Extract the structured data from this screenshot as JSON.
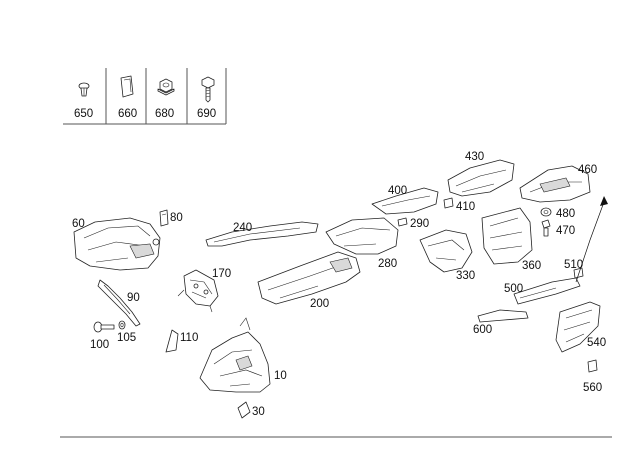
{
  "legend": {
    "items": [
      {
        "label": "650",
        "icon": "push-clip-icon"
      },
      {
        "label": "660",
        "icon": "spring-clip-icon"
      },
      {
        "label": "680",
        "icon": "hex-nut-icon"
      },
      {
        "label": "690",
        "icon": "hex-bolt-icon"
      }
    ]
  },
  "callouts": {
    "p10": "10",
    "p30": "30",
    "p60": "60",
    "p80": "80",
    "p90": "90",
    "p100": "100",
    "p105": "105",
    "p110": "110",
    "p170": "170",
    "p200": "200",
    "p240": "240",
    "p280": "280",
    "p290": "290",
    "p330": "330",
    "p360": "360",
    "p400": "400",
    "p410": "410",
    "p430": "430",
    "p460": "460",
    "p470": "470",
    "p480": "480",
    "p500": "500",
    "p510": "510",
    "p540": "540",
    "p560": "560",
    "p600": "600"
  }
}
